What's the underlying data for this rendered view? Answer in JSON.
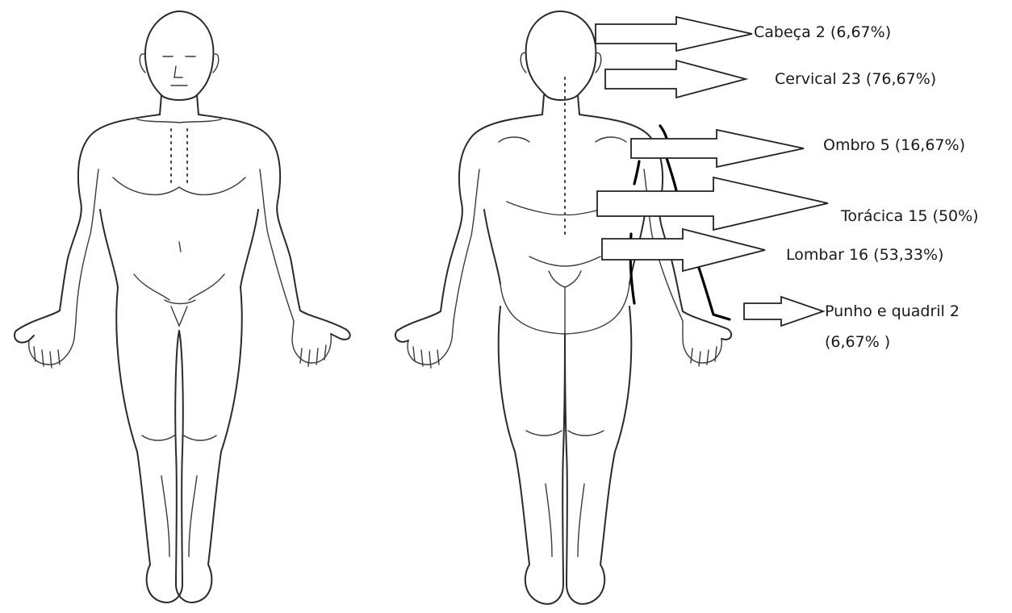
{
  "figure": {
    "views": [
      {
        "id": "front",
        "label": ""
      },
      {
        "id": "back",
        "label": ""
      }
    ],
    "callouts": [
      {
        "id": "cabeca",
        "text": "Cabeça 2 (6,67%)",
        "region": "Cabeça",
        "count": 2,
        "percent": 6.67
      },
      {
        "id": "cervical",
        "text": "Cervical 23 (76,67%)",
        "region": "Cervical",
        "count": 23,
        "percent": 76.67
      },
      {
        "id": "ombro",
        "text": "Ombro 5 (16,67%)",
        "region": "Ombro",
        "count": 5,
        "percent": 16.67
      },
      {
        "id": "toracica",
        "text": "Torácica 15 (50%)",
        "region": "Torácica",
        "count": 15,
        "percent": 50
      },
      {
        "id": "lombar",
        "text": "Lombar 16 (53,33%)",
        "region": "Lombar",
        "count": 16,
        "percent": 53.33
      },
      {
        "id": "punho",
        "text": "Punho e quadril 2",
        "text2": "(6,67% )",
        "region": "Punho e quadril",
        "count": 2,
        "percent": 6.67
      }
    ]
  }
}
